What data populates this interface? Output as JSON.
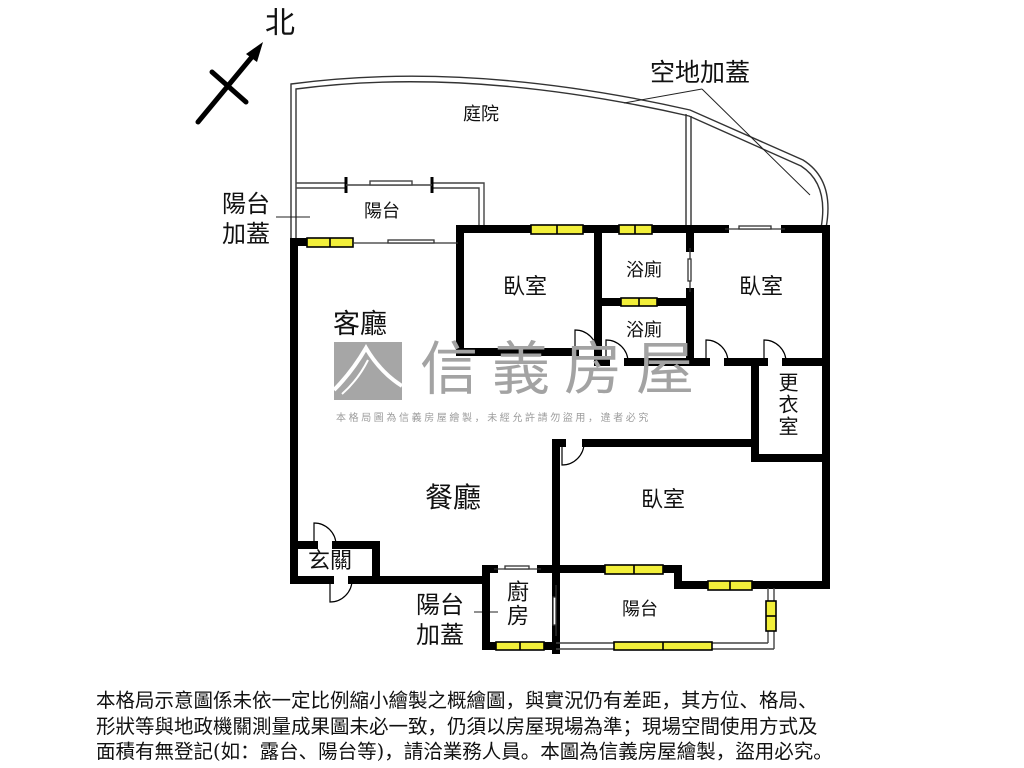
{
  "compass": {
    "north_label": "北",
    "icon": "north-arrow-icon"
  },
  "rooms": {
    "courtyard": "庭院",
    "open_space_addition": "空地加蓋",
    "balcony_top": "陽台",
    "balcony_addition_top": [
      "陽台",
      "加蓋"
    ],
    "living_room": "客廳",
    "bedroom_1": "臥室",
    "bath_1": "浴廁",
    "bath_2": "浴廁",
    "bedroom_2": "臥室",
    "walk_in_closet": "更衣室",
    "dining_room": "餐廳",
    "bedroom_3": "臥室",
    "entrance": "玄關",
    "kitchen": "廚房",
    "balcony_addition_bottom": [
      "陽台",
      "加蓋"
    ],
    "balcony_bottom": "陽台"
  },
  "watermark": {
    "brand": "信義房屋",
    "notice": "本格局圖為信義房屋繪製，未經允許請勿盜用，違者必究",
    "logo_color": "#a6a6a6"
  },
  "disclaimer": {
    "lines": [
      "本格局示意圖係未依一定比例縮小繪製之概繪圖，與實況仍有差距，其方位、格局、",
      "形狀等與地政機關測量成果圖未必一致，仍須以房屋現場為準；現場空間使用方式及",
      "面積有無登記(如：露台、陽台等)，請洽業務人員。本圖為信義房屋繪製，盜用必究。"
    ]
  },
  "colors": {
    "wall": "#000000",
    "window_fill": "#f2ef3a",
    "thin_line": "#444444",
    "watermark": "#a6a6a6"
  }
}
